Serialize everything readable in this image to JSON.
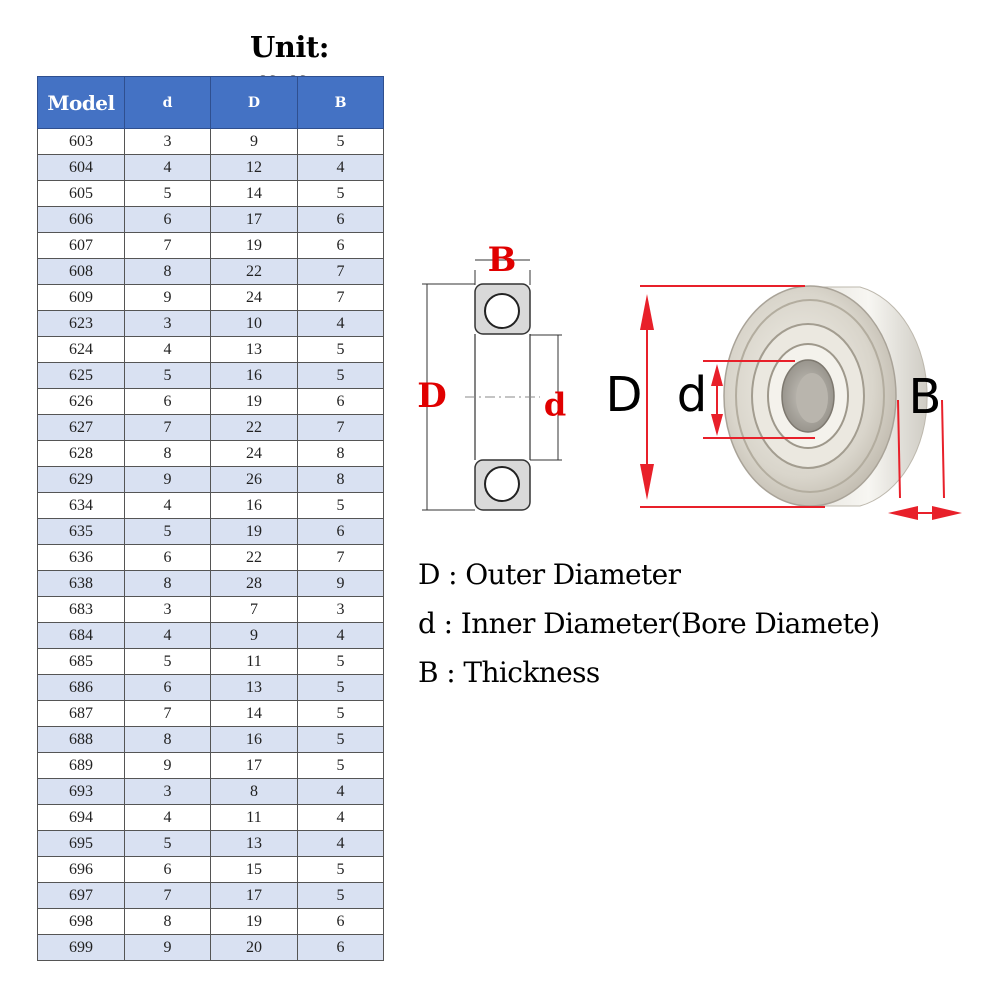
{
  "unit_label": "Unit: mm",
  "table": {
    "headers": [
      "Model",
      "d",
      "D",
      "B"
    ],
    "rows": [
      [
        "603",
        "3",
        "9",
        "5"
      ],
      [
        "604",
        "4",
        "12",
        "4"
      ],
      [
        "605",
        "5",
        "14",
        "5"
      ],
      [
        "606",
        "6",
        "17",
        "6"
      ],
      [
        "607",
        "7",
        "19",
        "6"
      ],
      [
        "608",
        "8",
        "22",
        "7"
      ],
      [
        "609",
        "9",
        "24",
        "7"
      ],
      [
        "623",
        "3",
        "10",
        "4"
      ],
      [
        "624",
        "4",
        "13",
        "5"
      ],
      [
        "625",
        "5",
        "16",
        "5"
      ],
      [
        "626",
        "6",
        "19",
        "6"
      ],
      [
        "627",
        "7",
        "22",
        "7"
      ],
      [
        "628",
        "8",
        "24",
        "8"
      ],
      [
        "629",
        "9",
        "26",
        "8"
      ],
      [
        "634",
        "4",
        "16",
        "5"
      ],
      [
        "635",
        "5",
        "19",
        "6"
      ],
      [
        "636",
        "6",
        "22",
        "7"
      ],
      [
        "638",
        "8",
        "28",
        "9"
      ],
      [
        "683",
        "3",
        "7",
        "3"
      ],
      [
        "684",
        "4",
        "9",
        "4"
      ],
      [
        "685",
        "5",
        "11",
        "5"
      ],
      [
        "686",
        "6",
        "13",
        "5"
      ],
      [
        "687",
        "7",
        "14",
        "5"
      ],
      [
        "688",
        "8",
        "16",
        "5"
      ],
      [
        "689",
        "9",
        "17",
        "5"
      ],
      [
        "693",
        "3",
        "8",
        "4"
      ],
      [
        "694",
        "4",
        "11",
        "4"
      ],
      [
        "695",
        "5",
        "13",
        "4"
      ],
      [
        "696",
        "6",
        "15",
        "5"
      ],
      [
        "697",
        "7",
        "17",
        "5"
      ],
      [
        "698",
        "8",
        "19",
        "6"
      ],
      [
        "699",
        "9",
        "20",
        "6"
      ]
    ]
  },
  "diagram": {
    "section_labels": {
      "B": "B",
      "D": "D",
      "d": "d"
    },
    "photo_labels": {
      "D": "D",
      "d": "d",
      "B": "B"
    },
    "label_color": "#e00000",
    "arrow_color": "#e8202a"
  },
  "legend": [
    "D : Outer Diameter",
    "d : Inner Diameter(Bore Diamete)",
    "B : Thickness"
  ]
}
